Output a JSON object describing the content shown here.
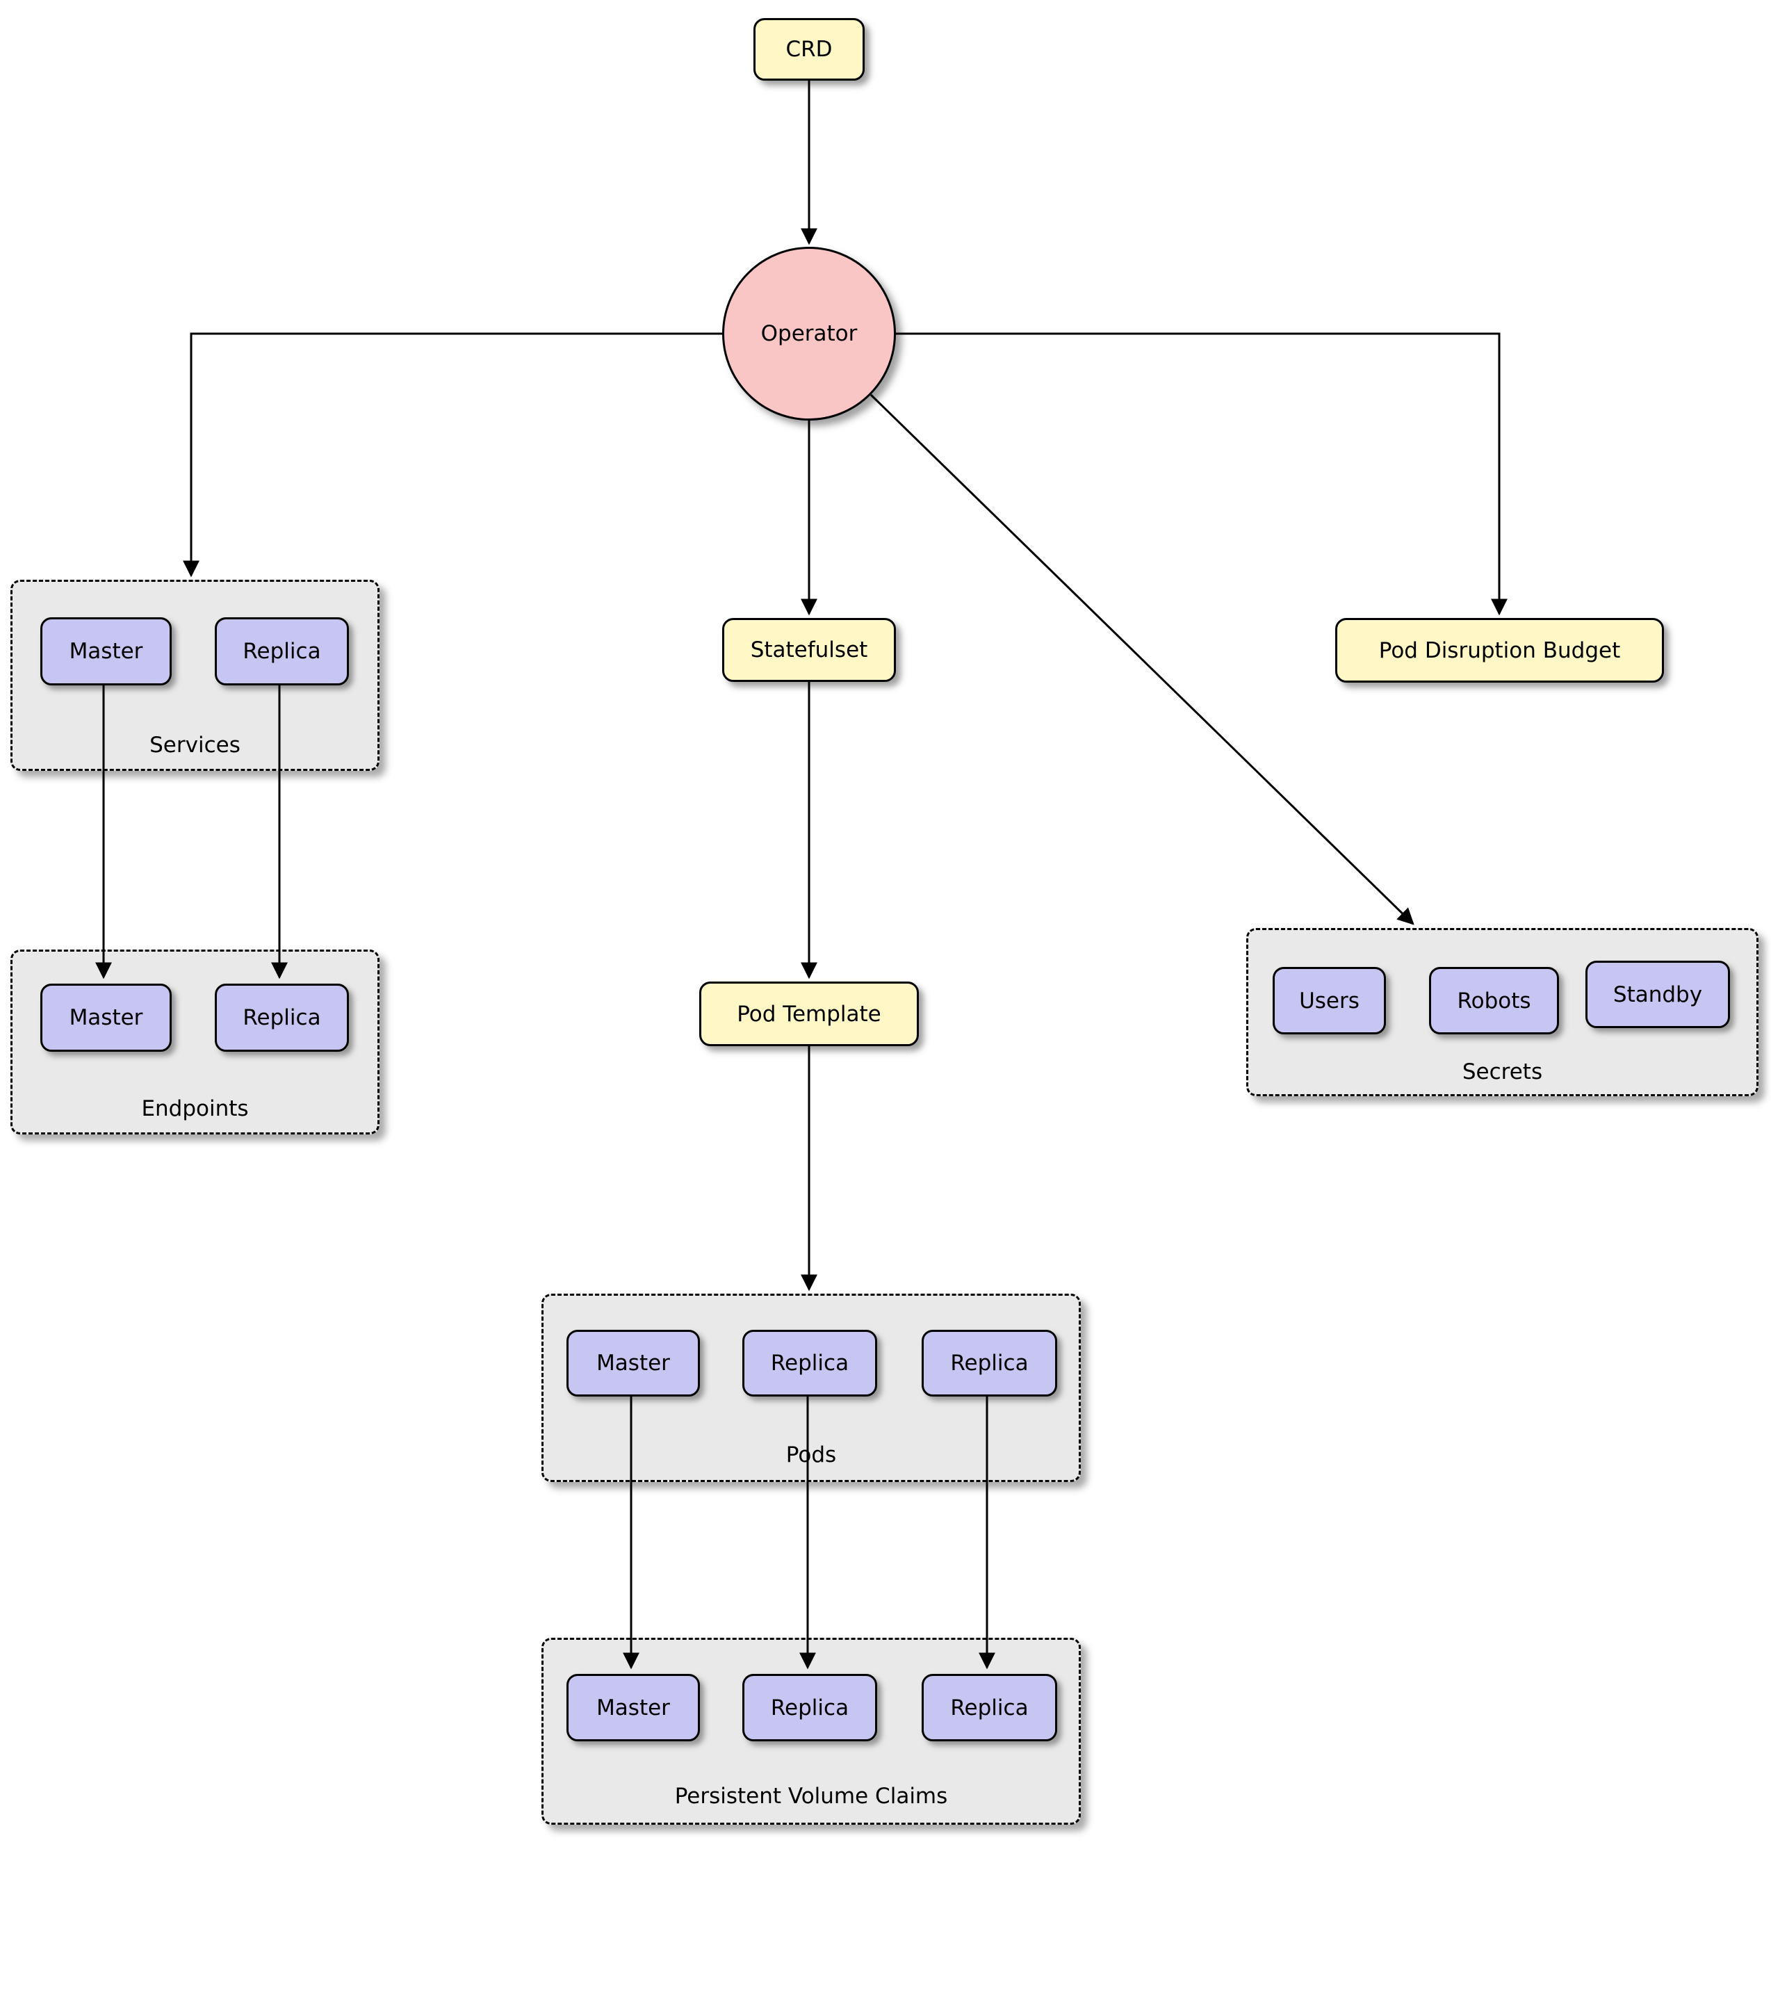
{
  "diagram": {
    "nodes": {
      "crd": {
        "label": "CRD"
      },
      "operator": {
        "label": "Operator"
      },
      "statefulset": {
        "label": "Statefulset"
      },
      "pod_template": {
        "label": "Pod Template"
      },
      "pod_disruption_budget": {
        "label": "Pod Disruption Budget"
      }
    },
    "groups": {
      "services": {
        "label": "Services",
        "items": [
          "Master",
          "Replica"
        ]
      },
      "endpoints": {
        "label": "Endpoints",
        "items": [
          "Master",
          "Replica"
        ]
      },
      "pods": {
        "label": "Pods",
        "items": [
          "Master",
          "Replica",
          "Replica"
        ]
      },
      "persistent_volume_claims": {
        "label": "Persistent Volume Claims",
        "items": [
          "Master",
          "Replica",
          "Replica"
        ]
      },
      "secrets": {
        "label": "Secrets",
        "items": [
          "Users",
          "Robots",
          "Standby"
        ]
      }
    },
    "edges": [
      "CRD -> Operator",
      "Operator -> Services",
      "Operator -> Statefulset",
      "Operator -> Secrets",
      "Operator -> Pod Disruption Budget",
      "Services.Master -> Endpoints.Master",
      "Services.Replica -> Endpoints.Replica",
      "Statefulset -> Pod Template",
      "Pod Template -> Pods",
      "Pods.Master -> Persistent Volume Claims.Master",
      "Pods.Replica -> Persistent Volume Claims.Replica",
      "Pods.Replica -> Persistent Volume Claims.Replica"
    ],
    "colors": {
      "node_fill": "#FFF8C6",
      "item_fill": "#C7C5F2",
      "operator_fill": "#FAC5C5",
      "group_fill": "#E9E9E9",
      "edge": "#000000"
    }
  }
}
